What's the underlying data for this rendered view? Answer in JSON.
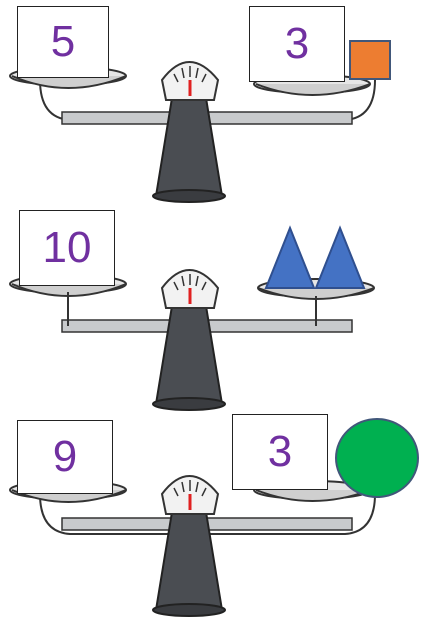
{
  "puzzles": [
    {
      "left_value": "5",
      "right_value": "3",
      "shape": "square",
      "shape_color": "#ed7d31"
    },
    {
      "left_value": "10",
      "right_value": "",
      "shape": "cones",
      "shape_color": "#4472c4"
    },
    {
      "left_value": "9",
      "right_value": "3",
      "shape": "circle",
      "shape_color": "#00b050"
    }
  ],
  "colors": {
    "number": "#7030a0",
    "scale_body": "#4a4d52",
    "pan": "#d9d9d9",
    "needle": "#e02020"
  }
}
